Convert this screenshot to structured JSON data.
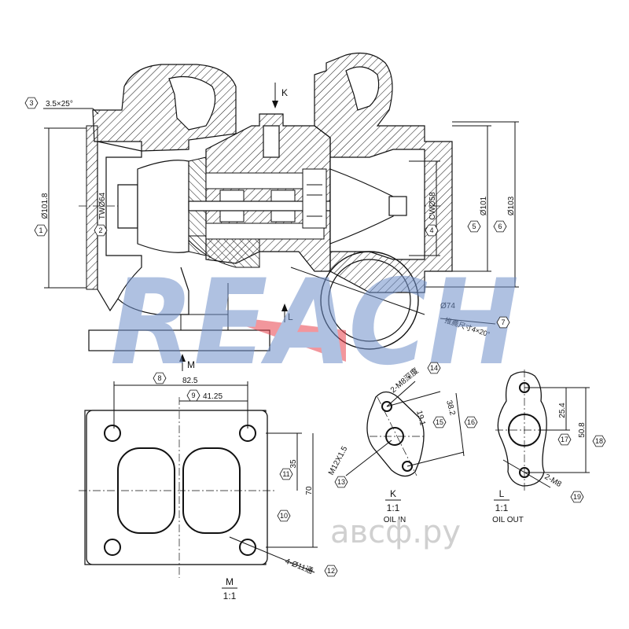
{
  "watermark": {
    "text": "REACH",
    "color": "#6f8fc9",
    "accent": "#e8414c"
  },
  "brand": {
    "text": "авсф.ру",
    "color": "#d0d0d0"
  },
  "section": {
    "chamfer": "3.5×25°",
    "K": "K",
    "L": "L",
    "M": "M",
    "dims": {
      "d1018": "Ø101.8",
      "tw64": "TWØ64",
      "cw58": "CWØ58",
      "d101": "Ø101",
      "d103": "Ø103",
      "d74": "Ø74",
      "note7": "推薦尺寸4×20°"
    }
  },
  "flangeM": {
    "d825": "82.5",
    "d4125": "41.25",
    "d35": "35",
    "d70": "70",
    "holes": "4-Ø11通",
    "title": "M",
    "scale": "1:1"
  },
  "viewK": {
    "m8": "2-M8深度",
    "m12": "M12X1.5",
    "d191": "19.1",
    "d382": "38.2",
    "title": "K",
    "scale": "1:1",
    "caption": "OIL IN"
  },
  "viewL": {
    "d254": "25.4",
    "d508": "50.8",
    "m8": "2-M8",
    "title": "L",
    "scale": "1:1",
    "caption": "OIL OUT"
  },
  "callouts": [
    "1",
    "2",
    "3",
    "4",
    "5",
    "6",
    "7",
    "8",
    "9",
    "10",
    "11",
    "12",
    "13",
    "14",
    "15",
    "16",
    "17",
    "18",
    "19"
  ]
}
